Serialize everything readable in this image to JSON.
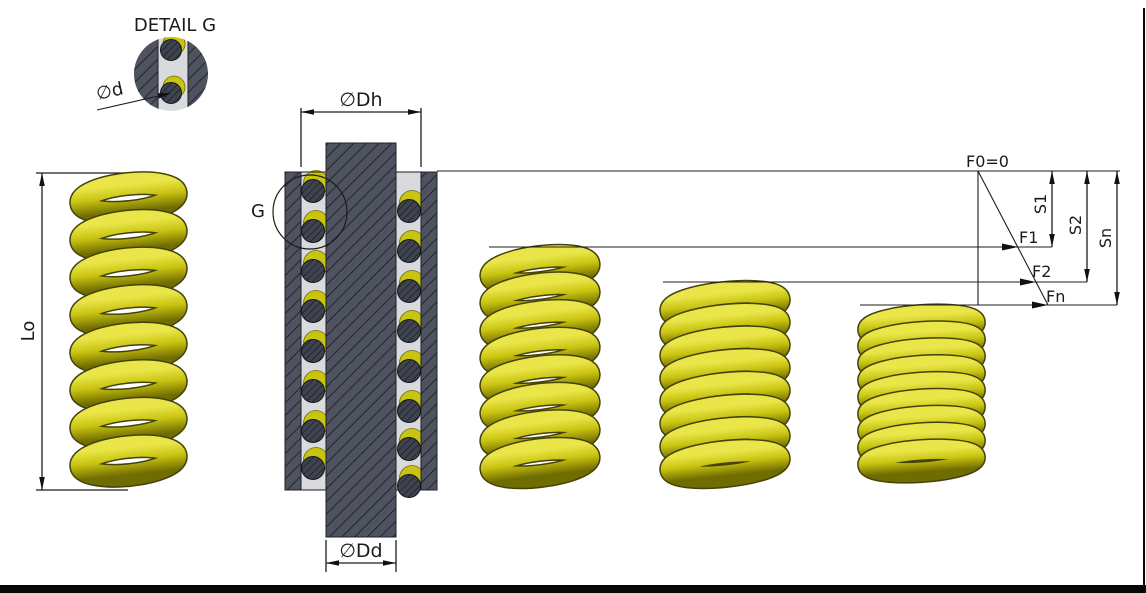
{
  "drawing": {
    "detail_view": {
      "title": "DETAIL G",
      "wire_diameter_label": "∅d"
    },
    "free_spring": {
      "free_length_label": "Lo"
    },
    "section_view": {
      "hole_diameter_label": "∅Dh",
      "rod_diameter_label": "∅Dd",
      "detail_callout_label": "G"
    },
    "force_deflection": {
      "zero_force_label": "F0=0",
      "force_labels": [
        "F1",
        "F2",
        "Fn"
      ],
      "deflection_labels": [
        "S1",
        "S2",
        "Sn"
      ]
    },
    "colors": {
      "spring_yellow": "#c9c411",
      "spring_highlight": "#eae64a",
      "spring_shadow": "#6f6c00",
      "steel_gray": "#4e535f",
      "bore_gray": "#d9dade",
      "line_black": "#1b1b1b"
    }
  }
}
